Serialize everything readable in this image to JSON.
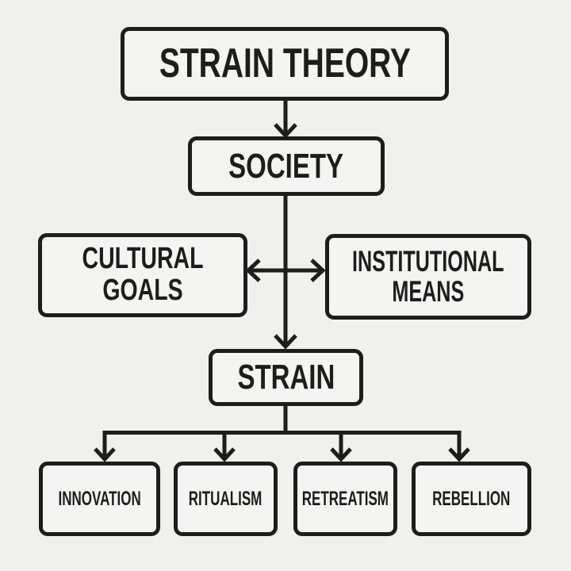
{
  "colors": {
    "background": "#f0f1ef",
    "box_fill": "#f4f5f3",
    "line": "#1d1d1b",
    "text": "#1d1d1b"
  },
  "nodes": {
    "strain_theory": {
      "label": "STRAIN THEORY"
    },
    "society": {
      "label": "SOCIETY"
    },
    "cultural_goals": {
      "line1": "CULTURAL",
      "line2": "GOALS"
    },
    "institutional_means": {
      "line1": "INSTITUTIONAL",
      "line2": "MEANS"
    },
    "strain": {
      "label": "STRAIN"
    },
    "adaptations": [
      {
        "label": "INNOVATION"
      },
      {
        "label": "RITUALISM"
      },
      {
        "label": "RETREATISM"
      },
      {
        "label": "REBELLION"
      }
    ]
  },
  "edges": [
    {
      "from": "STRAIN THEORY",
      "to": "SOCIETY",
      "type": "arrow-down"
    },
    {
      "from": "SOCIETY",
      "to": "STRAIN",
      "type": "arrow-down"
    },
    {
      "from": "CULTURAL GOALS",
      "to": "INSTITUTIONAL MEANS",
      "type": "double-arrow"
    },
    {
      "from": "STRAIN",
      "to": "INNOVATION",
      "type": "arrow-down"
    },
    {
      "from": "STRAIN",
      "to": "RITUALISM",
      "type": "arrow-down"
    },
    {
      "from": "STRAIN",
      "to": "RETREATISM",
      "type": "arrow-down"
    },
    {
      "from": "STRAIN",
      "to": "REBELLION",
      "type": "arrow-down"
    }
  ]
}
